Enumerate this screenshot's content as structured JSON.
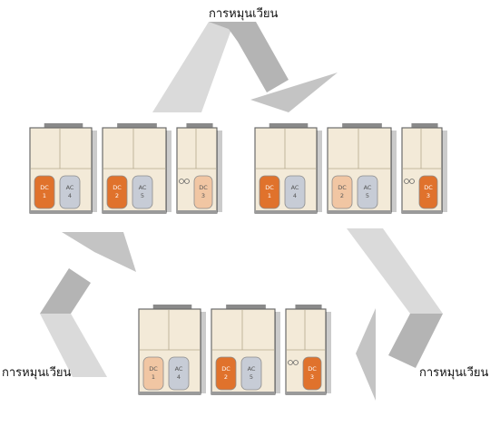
{
  "labels": {
    "top": "การหมุนเวียน",
    "left": "การหมุนเวียน",
    "right": "การหมุนเวียน"
  },
  "colors": {
    "arrow_light": "#dadada",
    "arrow_dark": "#b4b4b4",
    "cabinet": "#f3ead8",
    "frame": "#6b6b6b",
    "dc_active": "#e0722c",
    "dc_faded": "#f1c6a3",
    "ac_tank": "#c7ccd6"
  },
  "groups": [
    {
      "name": "top-left-group",
      "units": [
        {
          "tanks": [
            {
              "label": "DC 1",
              "kind": "dc_active"
            },
            {
              "label": "AC 4",
              "kind": "ac_tank"
            }
          ]
        },
        {
          "tanks": [
            {
              "label": "DC 2",
              "kind": "dc_active"
            },
            {
              "label": "AC 5",
              "kind": "ac_tank"
            }
          ]
        },
        {
          "tanks": [
            {
              "label": "DC 3",
              "kind": "dc_faded"
            }
          ]
        }
      ]
    },
    {
      "name": "top-right-group",
      "units": [
        {
          "tanks": [
            {
              "label": "DC 1",
              "kind": "dc_active"
            },
            {
              "label": "AC 4",
              "kind": "ac_tank"
            }
          ]
        },
        {
          "tanks": [
            {
              "label": "DC 2",
              "kind": "dc_faded"
            },
            {
              "label": "AC 5",
              "kind": "ac_tank"
            }
          ]
        },
        {
          "tanks": [
            {
              "label": "DC 3",
              "kind": "dc_active"
            }
          ]
        }
      ]
    },
    {
      "name": "bottom-group",
      "units": [
        {
          "tanks": [
            {
              "label": "DC 1",
              "kind": "dc_faded"
            },
            {
              "label": "AC 4",
              "kind": "ac_tank"
            }
          ]
        },
        {
          "tanks": [
            {
              "label": "DC 2",
              "kind": "dc_active"
            },
            {
              "label": "AC 5",
              "kind": "ac_tank"
            }
          ]
        },
        {
          "tanks": [
            {
              "label": "DC 3",
              "kind": "dc_active"
            }
          ]
        }
      ]
    }
  ]
}
